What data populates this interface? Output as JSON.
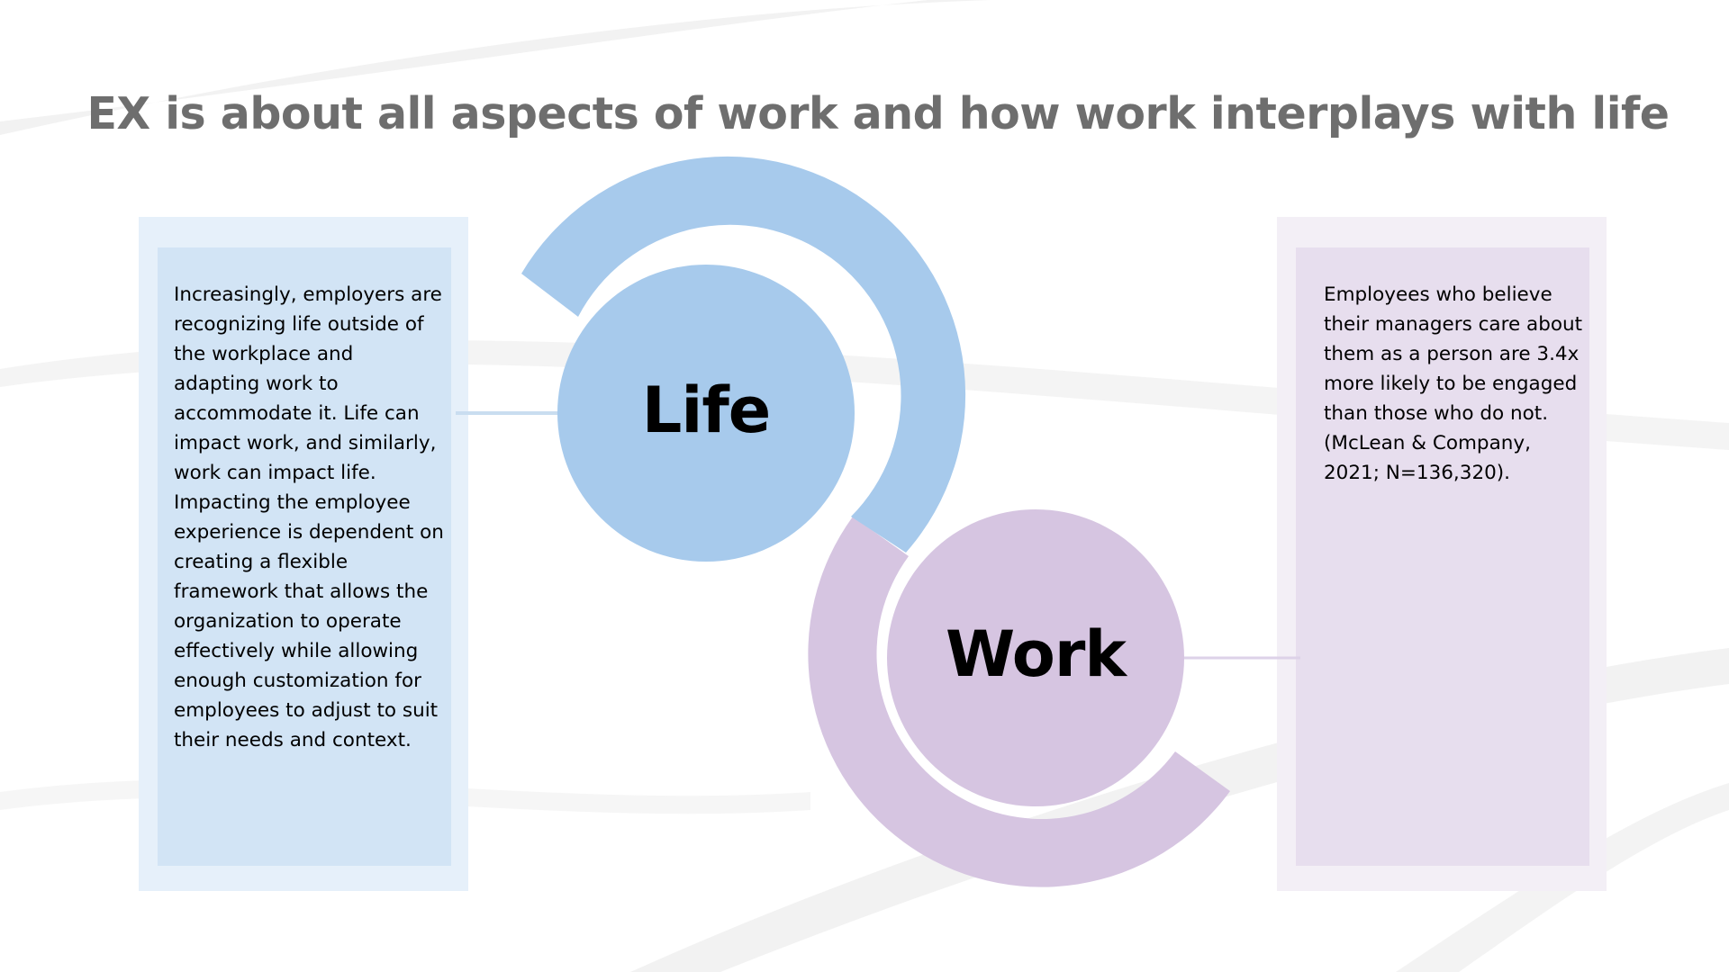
{
  "slide": {
    "title": "EX is about all aspects of work and how work interplays with life"
  },
  "diagram": {
    "life_label": "Life",
    "work_label": "Work"
  },
  "left_panel": {
    "text": "Increasingly, employers are recognizing life outside of the workplace and adapting work to accommodate it. Life can impact work, and similarly, work can impact life. Impacting the employee experience is dependent on creating a flexible framework that allows the organization to operate effectively while allowing enough customization for employees to adjust to suit their needs and context."
  },
  "right_panel": {
    "text": "Employees who believe their managers care about them as a person are 3.4x more likely to be engaged than those who do not. (McLean & Company, 2021; N=136,320)."
  },
  "colors": {
    "life_blue": "#a7caec",
    "work_purple": "#d6c5e1",
    "title_gray": "#6e6e6e"
  }
}
